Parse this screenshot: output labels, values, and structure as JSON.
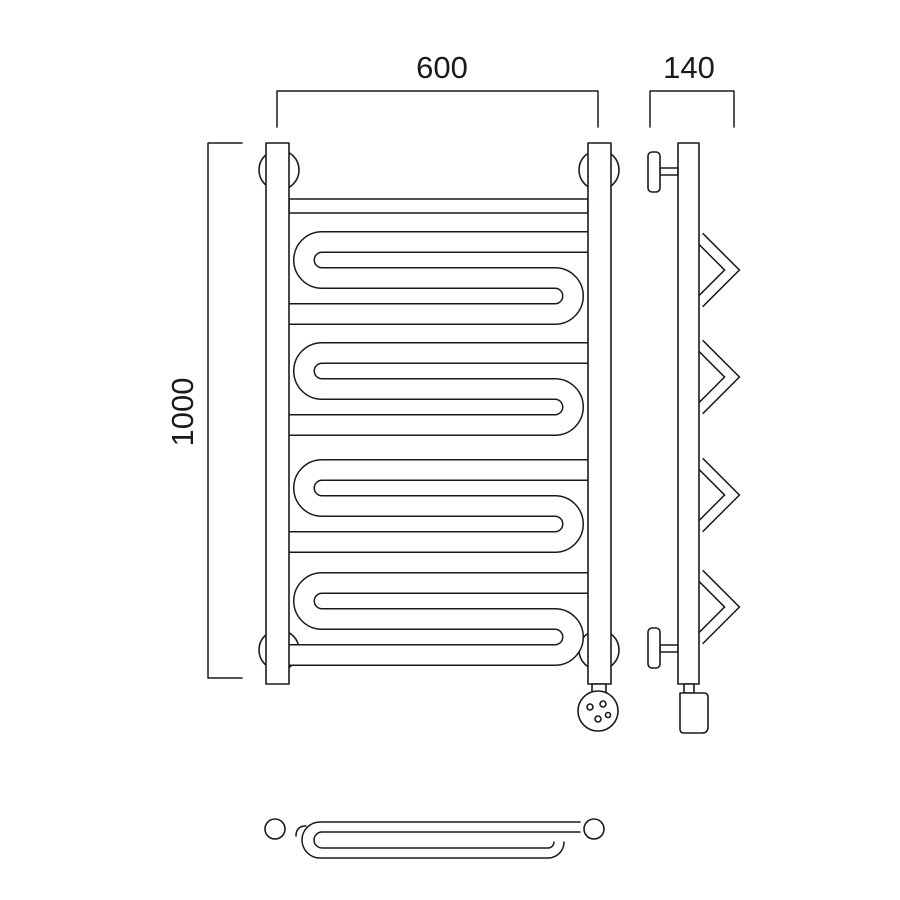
{
  "dimensions": {
    "width": "600",
    "depth": "140",
    "height": "1000"
  }
}
